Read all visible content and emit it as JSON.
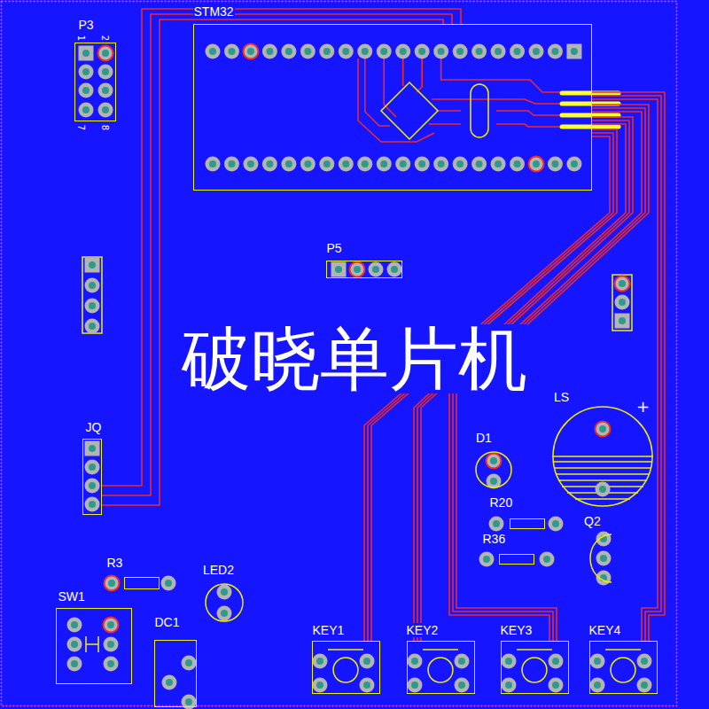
{
  "diagram": {
    "nodes": [
      {
        "text": [
          "STM32"
        ]
      },
      {
        "text": [
          "P3"
        ]
      },
      {
        "text": [
          "P5"
        ]
      },
      {
        "text": [
          "JQ"
        ]
      },
      {
        "text": [
          "LS"
        ]
      },
      {
        "text": [
          "D1"
        ]
      },
      {
        "text": [
          "R20"
        ]
      },
      {
        "text": [
          "Q2"
        ]
      },
      {
        "text": [
          "R36"
        ]
      },
      {
        "text": [
          "R3"
        ]
      },
      {
        "text": [
          "LED2"
        ]
      },
      {
        "text": [
          "SW1"
        ]
      },
      {
        "text": [
          "DC1"
        ]
      },
      {
        "text": [
          "KEY1"
        ]
      },
      {
        "text": [
          "KEY2"
        ]
      },
      {
        "text": [
          "KEY3"
        ]
      },
      {
        "text": [
          "KEY4"
        ]
      }
    ],
    "edges": [
      {
        "from": 3,
        "to": 0,
        "arrow": "none"
      },
      {
        "from": 0,
        "to": 13,
        "arrow": "none"
      },
      {
        "from": 0,
        "to": 14,
        "arrow": "none"
      },
      {
        "from": 0,
        "to": 15,
        "arrow": "none"
      },
      {
        "from": 0,
        "to": 16,
        "arrow": "none"
      }
    ],
    "labels": [
      "1",
      "2",
      "7",
      "8",
      "+",
      "破晓单片机"
    ]
  }
}
